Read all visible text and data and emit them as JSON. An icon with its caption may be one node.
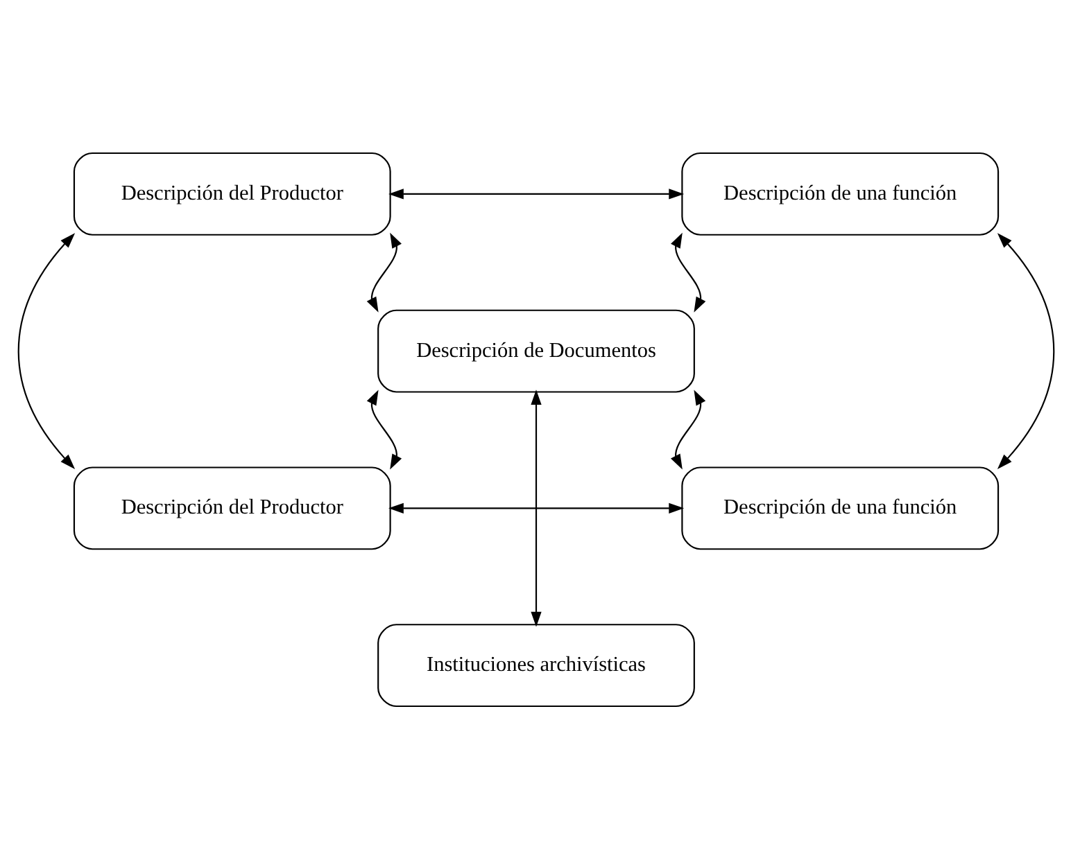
{
  "diagram": {
    "nodes": [
      {
        "text": [
          "Descripción del Productor"
        ]
      },
      {
        "text": [
          "Descripción de una función"
        ]
      },
      {
        "text": [
          "Descripción de Documentos"
        ]
      },
      {
        "text": [
          "Descripción del Productor"
        ]
      },
      {
        "text": [
          "Descripción de una función"
        ]
      },
      {
        "text": [
          "Instituciones archivísticas"
        ]
      }
    ],
    "edges": [
      {
        "from": 0,
        "to": 1,
        "arrow": "both"
      },
      {
        "from": 0,
        "to": 3,
        "arrow": "both"
      },
      {
        "from": 0,
        "to": 2,
        "arrow": "both"
      },
      {
        "from": 1,
        "to": 2,
        "arrow": "both"
      },
      {
        "from": 1,
        "to": 4,
        "arrow": "both"
      },
      {
        "from": 2,
        "to": 3,
        "arrow": "both"
      },
      {
        "from": 2,
        "to": 4,
        "arrow": "both"
      },
      {
        "from": 3,
        "to": 4,
        "arrow": "both"
      },
      {
        "from": 2,
        "to": 5,
        "arrow": "both"
      }
    ]
  }
}
